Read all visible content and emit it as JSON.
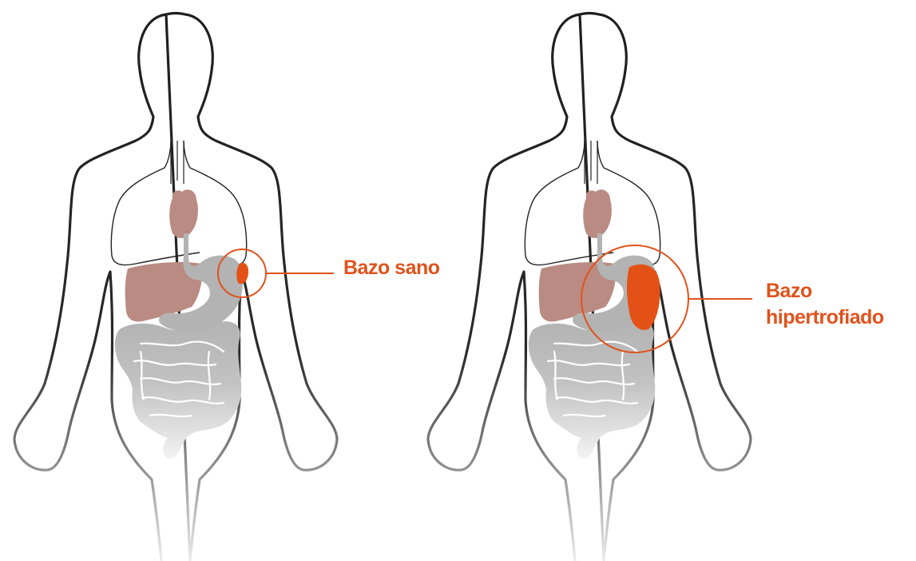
{
  "labels": {
    "healthy": "Bazo sano",
    "enlarged_line1": "Bazo",
    "enlarged_line2": "hipertrofiado"
  },
  "colors": {
    "accent": "#e0521c",
    "spleen": "#e45117",
    "heart_liver": "#b98b82",
    "digestive": "#b3b3b3",
    "outline": "#222222",
    "background": "#ffffff"
  }
}
